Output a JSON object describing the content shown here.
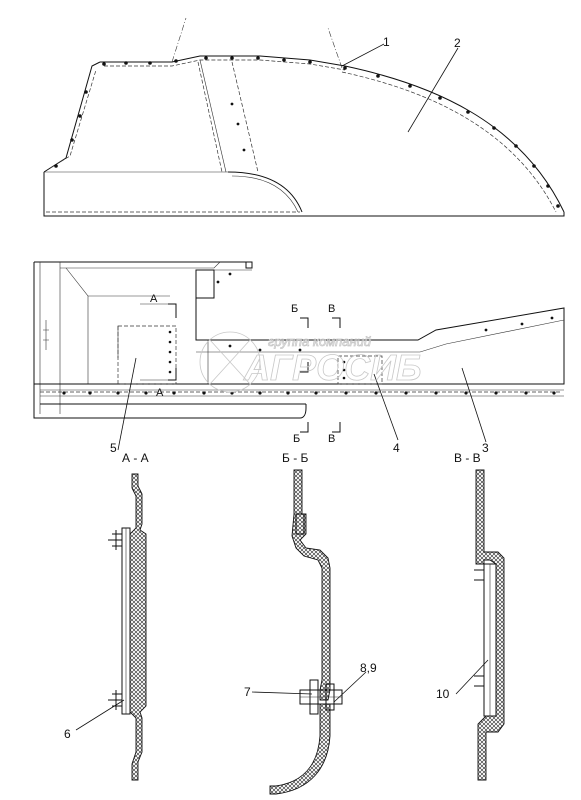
{
  "callouts": {
    "c1": "1",
    "c2": "2",
    "c3": "3",
    "c4": "4",
    "c5": "5",
    "c6": "6",
    "c7": "7",
    "c89": "8,9",
    "c10": "10"
  },
  "sections": {
    "aa_title": "А - А",
    "bb_title": "Б - Б",
    "vv_title": "В - В",
    "mark_a": "А",
    "mark_b": "Б",
    "mark_v": "В"
  },
  "watermark": {
    "line1": "группа компаний",
    "line2": "АГРОСИБ"
  }
}
